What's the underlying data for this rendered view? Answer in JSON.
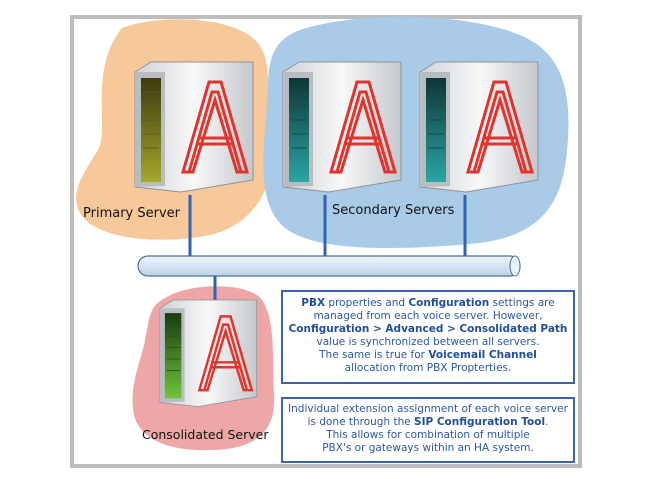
{
  "primary": {
    "label": "Primary Server"
  },
  "secondary": {
    "label": "Secondary Servers"
  },
  "consolidated": {
    "label": "Consolidated Server"
  },
  "note1": {
    "line1_b": "PBX",
    "line1_t1": " properties and ",
    "line1_b2": "Configuration",
    "line1_t2": " settings are",
    "line2": "managed from each voice server. However,",
    "line3_b": "Configuration > Advanced > Consolidated Path",
    "line4": "value is synchronized between all servers.",
    "line5_t": "The same is true for ",
    "line5_b": "Voicemail Channel",
    "line6": "allocation from PBX Propterties."
  },
  "note2": {
    "line1": "Individual extension assignment of each voice server",
    "line2_t1": "is done through the ",
    "line2_b": "SIP Configuration Tool",
    "line2_t2": ".",
    "line3": "This allows for combination of multiple",
    "line4": "PBX's or gateways within an HA system."
  },
  "colors": {
    "primary_blob": "#f7c99a",
    "secondary_blob": "#a9cbe8",
    "consolidated_blob": "#eda7a7",
    "bus": "#d7e6f3",
    "bus_stroke": "#4f6f8f",
    "connector": "#2e63b6",
    "note_border": "#3d63a8",
    "logo_red": "#e0342d"
  },
  "icons": [
    "server-icon-yellow",
    "server-icon-teal",
    "server-icon-green"
  ]
}
